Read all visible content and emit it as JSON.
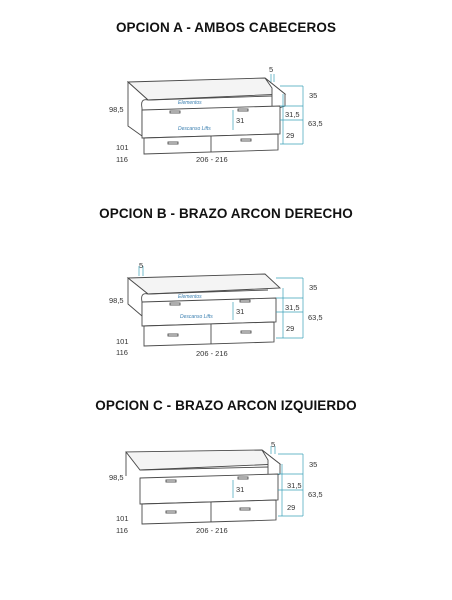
{
  "options": [
    {
      "title": "OPCION A - AMBOS CABECEROS",
      "variant": "both",
      "dims": {
        "left_height": "98,5",
        "low": "101",
        "high": "116",
        "width": "206 - 216",
        "backrest": "35",
        "mid": "31,5",
        "total": "63,5",
        "base": "29",
        "drawer": "31",
        "side": "5"
      },
      "brand": [
        "Elementos",
        "Descanso Lifts"
      ]
    },
    {
      "title": "OPCION B - BRAZO ARCON DERECHO",
      "variant": "left",
      "dims": {
        "left_height": "98,5",
        "low": "101",
        "high": "116",
        "width": "206 - 216",
        "backrest": "35",
        "mid": "31,5",
        "total": "63,5",
        "base": "29",
        "drawer": "31",
        "side": "5"
      },
      "brand": [
        "Elementos",
        "Descanso Lifts"
      ]
    },
    {
      "title": "OPCION C - BRAZO ARCON IZQUIERDO",
      "variant": "right",
      "dims": {
        "left_height": "98,5",
        "low": "101",
        "high": "116",
        "width": "206 - 216",
        "backrest": "35",
        "mid": "31,5",
        "total": "63,5",
        "base": "29",
        "drawer": "31",
        "side": "5"
      },
      "brand": []
    }
  ],
  "colors": {
    "dimension": "#3aa0b8",
    "outline": "#4a4a4a",
    "brand": "#3a7fb0"
  }
}
